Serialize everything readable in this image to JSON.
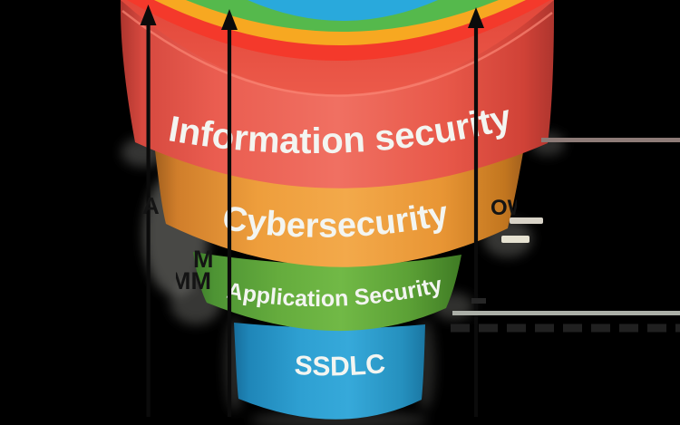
{
  "scene": {
    "background_color": "#000000",
    "description": "3D layered security funnel (stacked cylinders, cropped infographic)"
  },
  "funnel": {
    "layers": [
      {
        "id": "information-security",
        "label": "Information security",
        "band_color": "#EF6557",
        "ring_color": "#F4392B"
      },
      {
        "id": "cybersecurity",
        "label": "Cybersecurity",
        "band_color": "#F2A440",
        "ring_color": "#F7A821"
      },
      {
        "id": "application-security",
        "label": "Application Security",
        "band_color": "#6CB33F",
        "ring_color": "#55B94C"
      },
      {
        "id": "ssdlc",
        "label": "SSDLC",
        "band_color": "#2FA3D6",
        "core_color": "#29A9DC"
      }
    ]
  },
  "annotations": {
    "left_labels": [
      {
        "text": "M"
      },
      {
        "text": "MM"
      },
      {
        "text": "A"
      }
    ],
    "right_label": {
      "text": "OW"
    },
    "arrows": {
      "count": 3,
      "color": "#0B0B0B"
    }
  },
  "decorations": {
    "right_upper_line_color": "#8D7B77",
    "right_lower_line_color": "#ABAFA7",
    "beige_bar_1_color": "#D8D3C7",
    "beige_bar_2_color": "#E6E2D1",
    "dash_row_color": "#202020"
  }
}
